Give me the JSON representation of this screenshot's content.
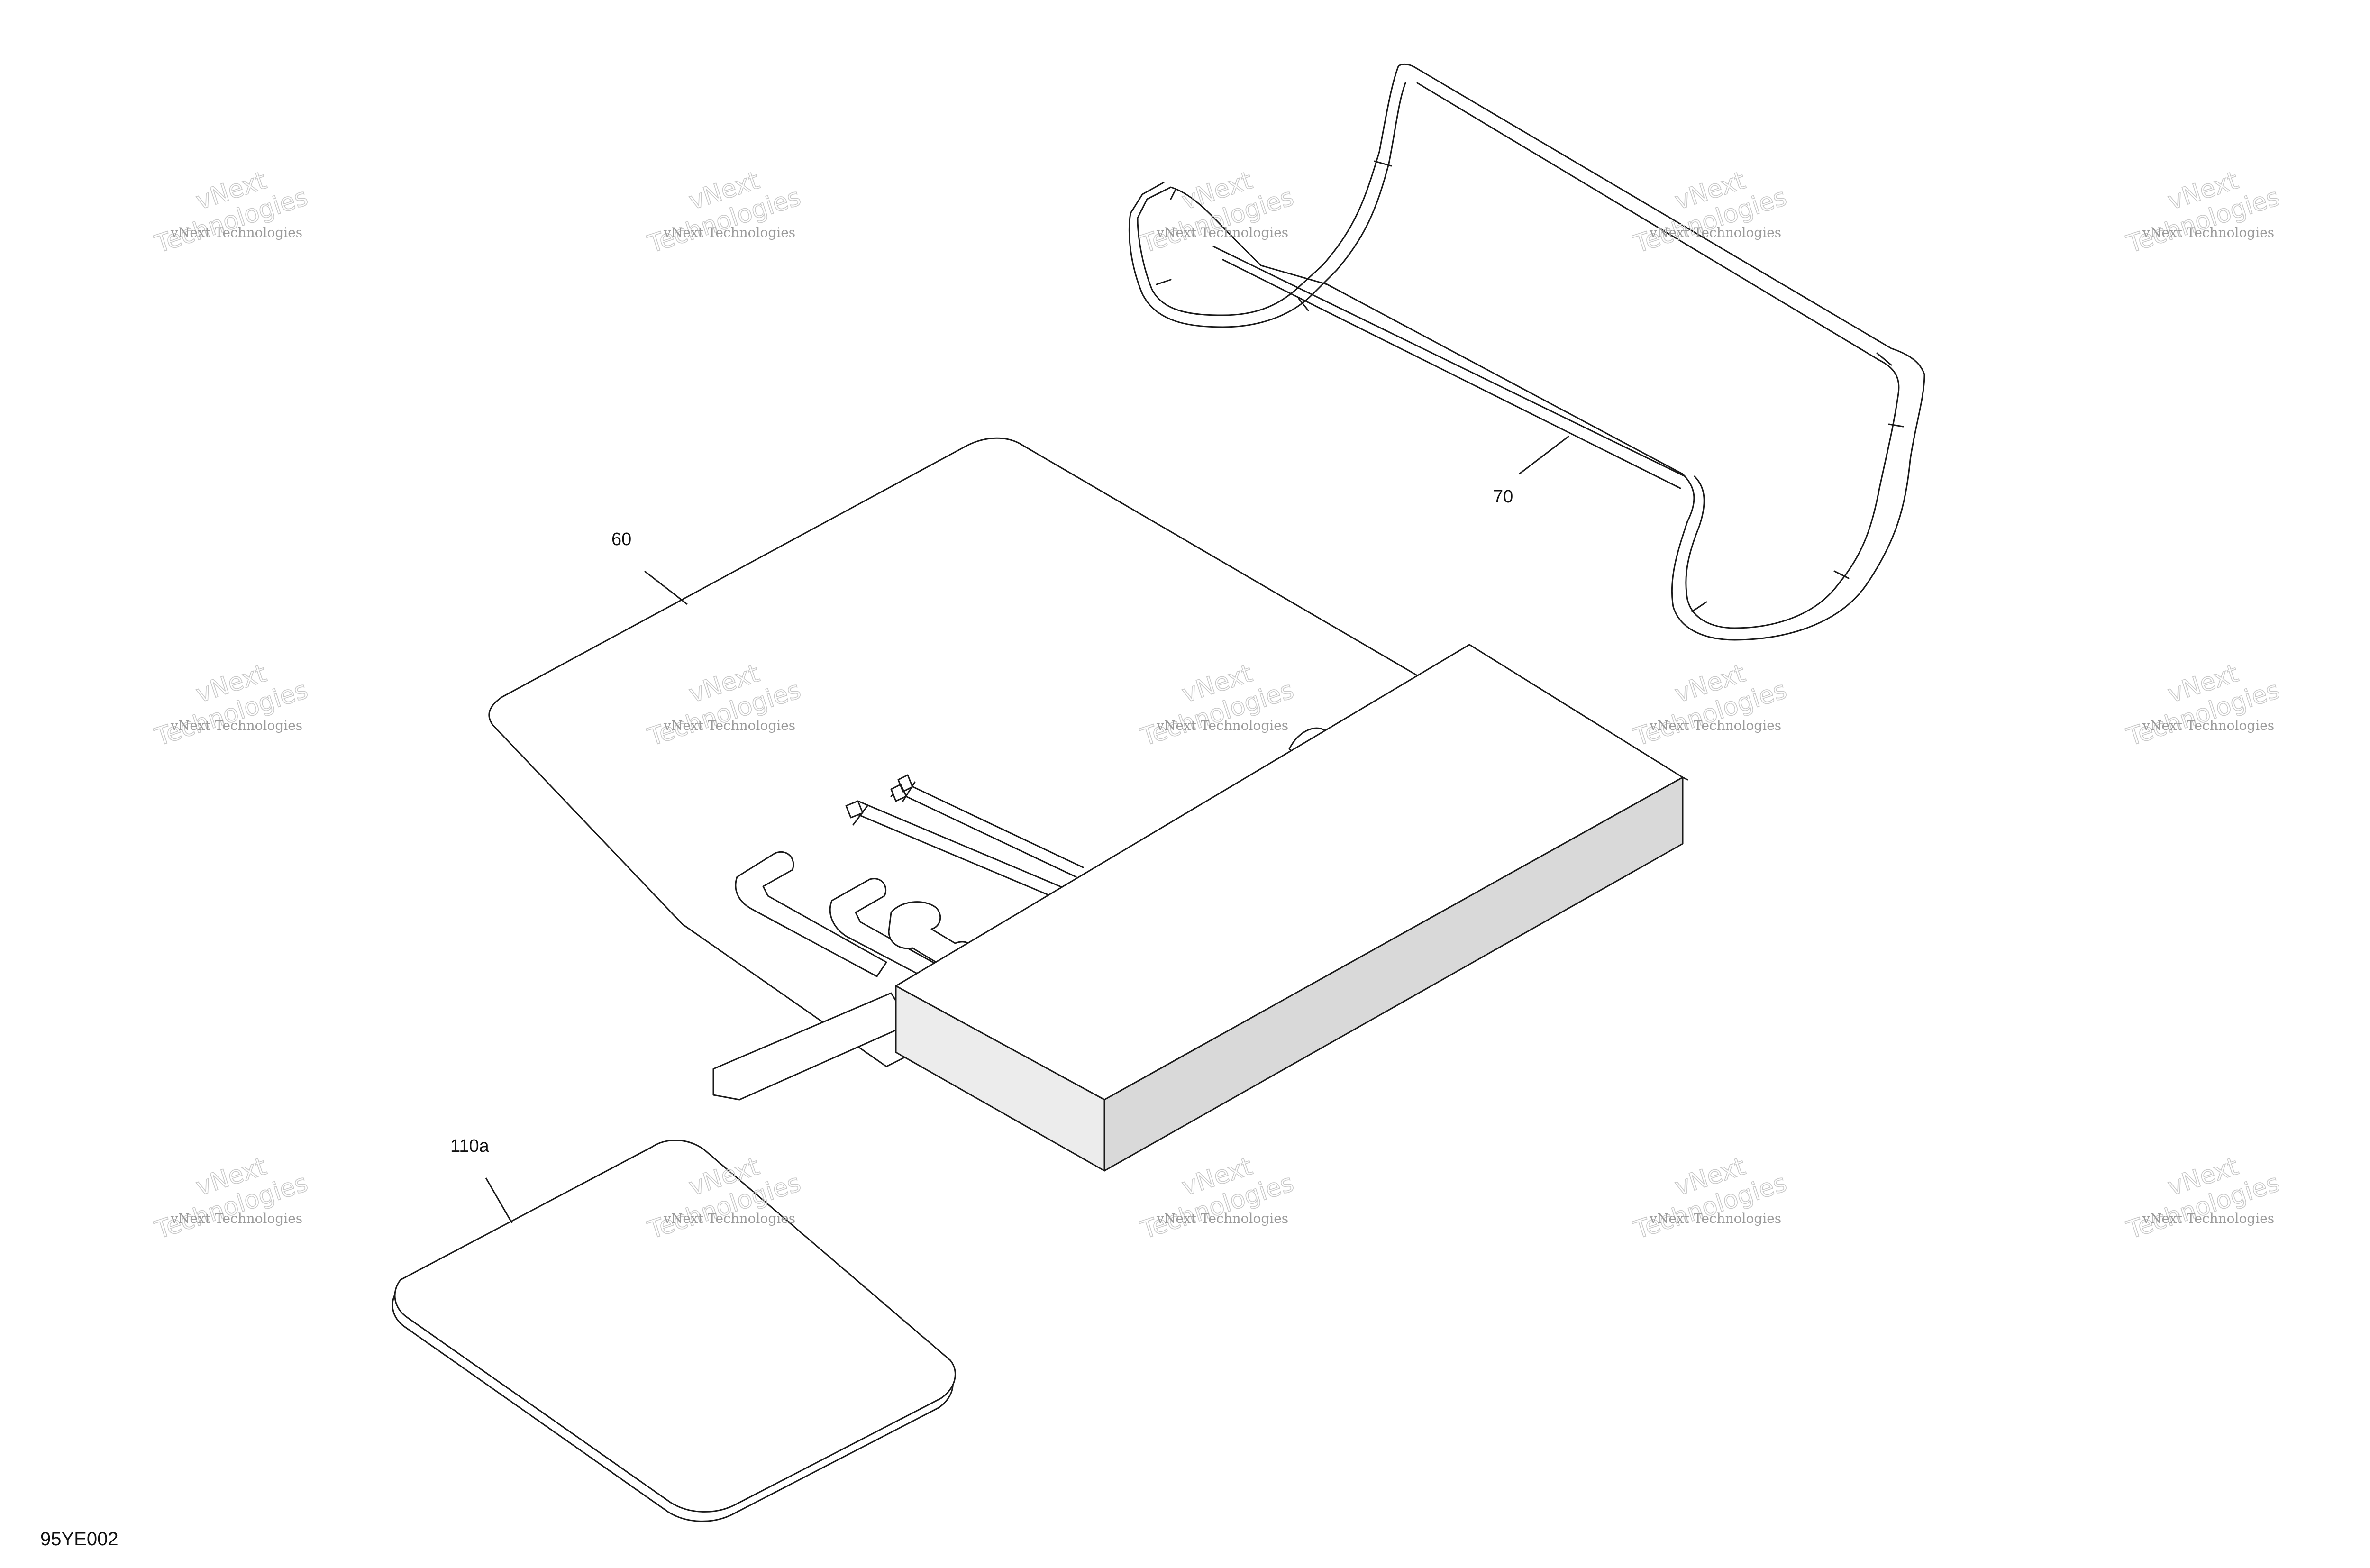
{
  "figure_code": "95YE002",
  "callouts": {
    "tool_kit": "60",
    "strap": "70",
    "pad": "110a"
  },
  "watermark": {
    "line1": "vNext Technologies",
    "line2": "vNext",
    "line3": "Technologies"
  },
  "colors": {
    "line": "#1a1a1a",
    "box_side": "#d9d9d9",
    "watermark": "#9a9a9a"
  }
}
